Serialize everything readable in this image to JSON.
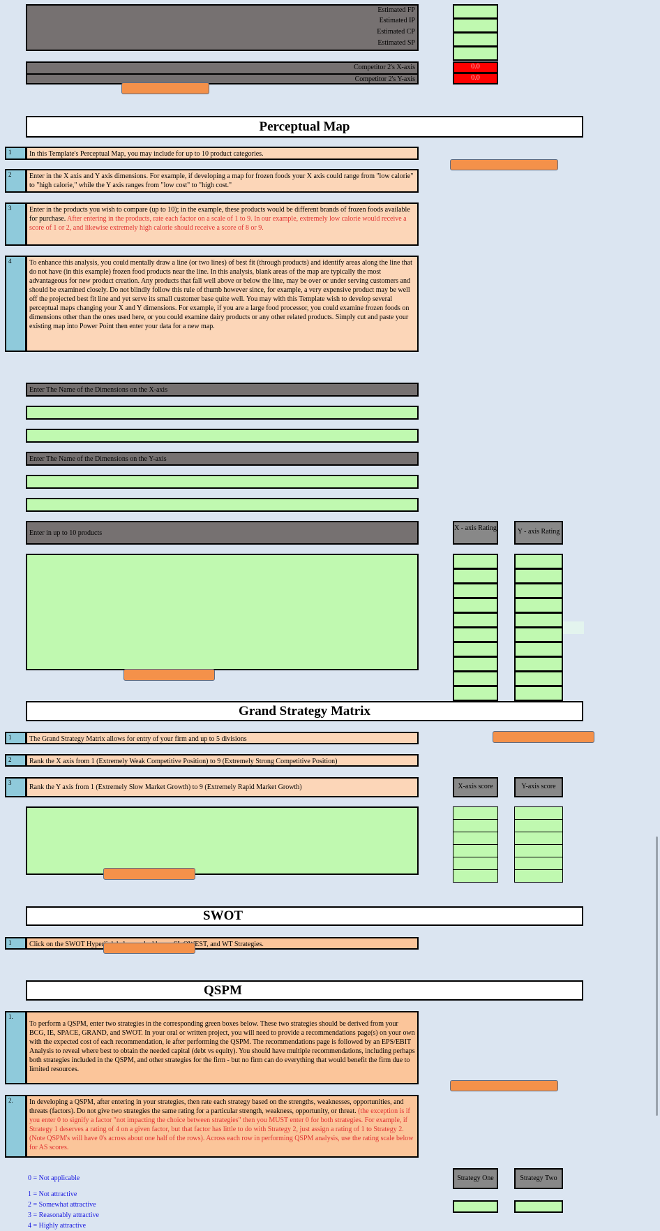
{
  "estimates": [
    "Estimated FP",
    "Estimated IP",
    "Estimated CP",
    "Estimated SP"
  ],
  "competitor": {
    "x_label": "Competitor 2's X-axis",
    "y_label": "Competitor 2's Y-axis",
    "x_value": "0.0",
    "y_value": "0.0"
  },
  "perceptual": {
    "title": "Perceptual Map",
    "steps": [
      {
        "num": "1",
        "text": "In this Template's Perceptual Map, you may include for up to 10 product categories."
      },
      {
        "num": "2",
        "text": "Enter in the X axis and Y axis dimensions. For example, if developing a map for frozen foods your X axis could range from \"low calorie\" to \"high calorie,\" while the Y axis ranges from \"low cost\" to \"high cost.\""
      },
      {
        "num": "3",
        "text": "Enter in the products you wish to compare (up to 10); in the example, these products would be different brands of frozen foods available for purchase.",
        "text_red": "After entering in the products, rate each factor on a scale of 1 to 9. In our example, extremely low calorie would receive a score of 1 or 2, and likewise extremely high calorie should receive a score of 8 or 9."
      },
      {
        "num": "4",
        "text": "To enhance this analysis, you could mentally draw a line  (or two lines) of best fit (through products) and identify areas along the line that do not have (in this example) frozen food products near the line. In this analysis, blank areas of the map are typically the most advantageous for new product creation.  Any products that fall well above or below the line, may be over or under serving customers and should be examined closely. Do not blindly follow this rule of thumb however since, for example, a very expensive product may be well off the projected best fit line and yet serve its small customer base quite well. You may with this Template wish to develop several perceptual maps changing your X and Y dimensions. For example, if you are a large food processor, you could examine frozen foods on dimensions other than the ones used here, or you could examine dairy products or any other related products. Simply cut and paste your existing map into Power Point then enter your data for a new map."
      }
    ],
    "x_dim_label": "Enter The Name of the Dimensions on the X-axis",
    "y_dim_label": "Enter The Name of the Dimensions on the Y-axis",
    "products_label": "Enter in up to 10 products",
    "x_rating_header": "X - axis Rating",
    "y_rating_header": "Y - axis Rating"
  },
  "grand": {
    "title": "Grand Strategy Matrix",
    "steps": [
      {
        "num": "1",
        "text": "The Grand Strategy Matrix allows for entry of your firm and up to 5 divisions"
      },
      {
        "num": "2",
        "text": "Rank the X axis from 1 (Extremely Weak Competitive Position) to 9 (Extremely Strong Competitive Position)"
      },
      {
        "num": "3",
        "text": "Rank the Y axis from 1 (Extremely Slow Market Growth) to 9 (Extremely Rapid Market Growth)"
      }
    ],
    "x_score_header": "X-axis score",
    "y_score_header": "Y-axis score"
  },
  "swot": {
    "title": "SWOT",
    "steps": [
      {
        "num": "1",
        "text": "Click on the SWOT Hyperlink below and add your SI, OWEST, and WT Strategies."
      }
    ]
  },
  "qspm": {
    "title": "QSPM",
    "steps": [
      {
        "num": "1.",
        "text": "To perform a QSPM, enter two strategies in the corresponding green boxes below.  These two strategies should be derived from your BCG, IE, SPACE, GRAND, and SWOT.  In your oral or written project, you will need to provide a recommendations page(s) on your own with the expected cost of each recommendation, ie after performing the QSPM.  The recommendations page is followed by an EPS/EBIT Analysis to reveal where best to obtain the needed capital (debt vs equity).  You should have multiple recommendations, including perhaps both strategies included in the QSPM, and other strategies for the firm - but no firm can do everything that would benefit the firm due to limited resources."
      },
      {
        "num": "2.",
        "text": "In developing a QSPM, after entering in your strategies, then rate each strategy based on the strengths, weaknesses, opportunities, and threats (factors).  Do not give two strategies the same rating for a particular strength, weakness, opportunity, or threat.",
        "text_red": "(the exception is if you enter 0 to signify a factor \"not impacting the choice between strategies\" then you MUST enter 0 for both strategies. For example, if Strategy 1 deserves a rating of 4 on a given factor, but that factor has little to do with Strategy 2, just assign a rating of 1 to Strategy 2.  (Note QSPM's will have 0's across about one half of the rows).  Across each row in performing QSPM analysis, use the rating scale below for AS scores."
      }
    ],
    "scale": [
      "0 = Not applicable",
      "1 = Not attractive",
      "2 = Somewhat attractive",
      "3 = Reasonably attractive",
      "4 = Highly attractive"
    ],
    "strategy_one": "Strategy One",
    "strategy_two": "Strategy Two"
  }
}
